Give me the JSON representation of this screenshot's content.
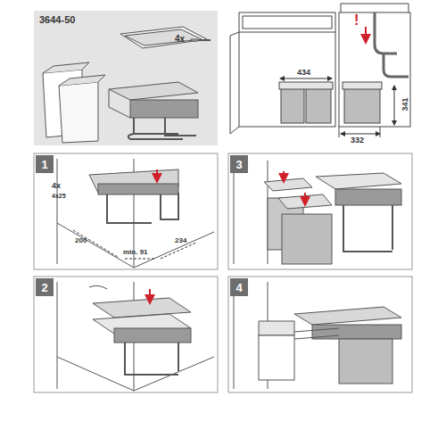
{
  "diagram": {
    "nodes": [
      {
        "text": [
          "1"
        ]
      },
      {
        "text": [
          "3"
        ]
      },
      {
        "text": [
          "2"
        ]
      },
      {
        "text": [
          "4"
        ]
      }
    ],
    "labels": [
      "3644-50",
      "4x",
      "434",
      "341",
      "332",
      "4x",
      "4x25",
      "200",
      "min. 91",
      "234",
      "!"
    ]
  }
}
